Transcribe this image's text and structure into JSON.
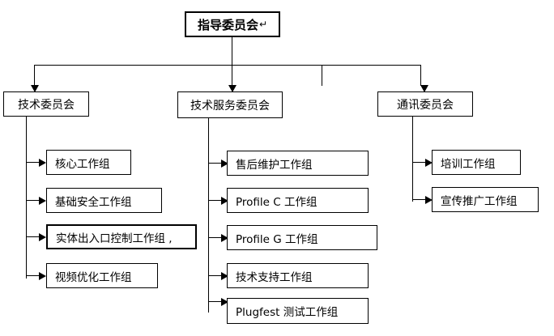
{
  "diagram": {
    "type": "organization-chart",
    "title_text": "指导委员会",
    "root": {
      "label": "指导委员会",
      "return_mark": "↵"
    },
    "level2": [
      {
        "label": "技术委员会"
      },
      {
        "label": "技术服务委员会"
      },
      {
        "label": "通讯委员会"
      }
    ],
    "branch_technical": {
      "parent": "技术委员会",
      "children": [
        {
          "label": "核心工作组"
        },
        {
          "label": "基础安全工作组"
        },
        {
          "label": "实体出入口控制工作组 ,"
        },
        {
          "label": "视频优化工作组"
        }
      ]
    },
    "branch_service": {
      "parent": "技术服务委员会",
      "children": [
        {
          "label": "售后维护工作组"
        },
        {
          "label": "Profile C 工作组"
        },
        {
          "label": "Profile G 工作组"
        },
        {
          "label": "技术支持工作组"
        },
        {
          "label": "Plugfest 测试工作组"
        }
      ]
    },
    "branch_comms": {
      "parent": "通讯委员会",
      "children": [
        {
          "label": "培训工作组"
        },
        {
          "label": "宣传推广工作组"
        }
      ]
    },
    "colors": {
      "background": "#ffffff",
      "box_border": "#000000",
      "box_fill": "#ffffff",
      "connector": "#000000",
      "text": "#000000"
    }
  }
}
